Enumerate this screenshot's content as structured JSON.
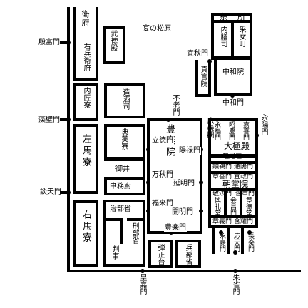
{
  "title": "",
  "colors": {
    "wall": "#000000",
    "background": "#ffffff"
  },
  "labels": {
    "gate_left_top": "殷富門",
    "gate_left_mid": "藻壁門",
    "gate_left_bottom": "談天門",
    "gate_bottom_left": "皇嘉門",
    "gate_bottom_right": "朱雀門",
    "gate_east_top": "永陽門",
    "gate_upper_right": "宜秋門",
    "gate_furo": "不老門",
    "gate_kogi": "広義門",
    "area_matsubara": "宴の松原",
    "emon": "衛府",
    "ukone": "右兵衛府",
    "butokuden": "武徳殿",
    "uchitakumi": "内匠寮",
    "sakeno": "造酒司",
    "samaryo": "左馬寮",
    "tenyaku": "典薬寮",
    "mii": "御井",
    "nakatsukasa": "中務廚",
    "umaryo": "右馬寮",
    "jibu": "治部省",
    "keiji": "刑部省",
    "hanji": "判事",
    "danjo": "弾正台",
    "hyobu": "兵部省",
    "itoshoku": "糸所",
    "naizen": "内膳司",
    "uneme": "采女町",
    "shingon": "真言院",
    "chuwain": "中和院",
    "chuwamon": "中和門",
    "buraku": "豊楽院",
    "gate_ritoku": "立徳門",
    "gate_yoroku": "陽禄門",
    "gate_banshu": "万秋門",
    "gate_enmei": "延明門",
    "gate_fukurai": "福来門",
    "gate_kaimei": "開明門",
    "gate_buraku": "豊楽門",
    "gate_ei_fuku": "永福門",
    "gate_shokei": "昭慶門",
    "gate_kaki": "嘉喜門",
    "gate_tsuyo": "通陽門",
    "daigokuden": "大極殿",
    "ryubidan": "竜尾壇",
    "gate_kiki": "顕親門",
    "chodoin": "朝堂院",
    "gate_shozen": "章善門",
    "gate_sensei": "宣政門",
    "gate_keiho": "敬法門",
    "gate_kantoku": "含章門",
    "dou_kohodou": "興礼堂",
    "dou_kaigi": "会昌門",
    "dou_shotoku": "章徳堂",
    "gate_shogi": "章義門",
    "gate_ganyo": "含耀門",
    "gate_ei_ka": "永嘉門",
    "gate_otemon": "応天門",
    "gate_chotoku": "長楽門"
  }
}
